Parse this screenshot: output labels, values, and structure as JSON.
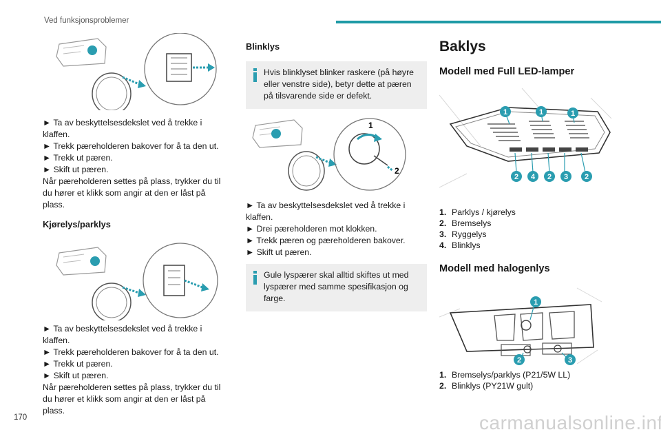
{
  "header": {
    "section_title": "Ved funksjonsproblemer"
  },
  "footer": {
    "page_number": "170",
    "watermark": "carmanualsonline.info"
  },
  "col1": {
    "steps_a": [
      "Ta av beskyttelsesdekslet ved å trekke i klaffen.",
      "Trekk pæreholderen bakover for å ta den ut.",
      "Trekk ut pæren.",
      "Skift ut pæren."
    ],
    "para_a": "Når pæreholderen settes på plass, trykker du til du hører et klikk som angir at den er låst på plass.",
    "subheading": "Kjørelys/parklys",
    "steps_b": [
      "Ta av beskyttelsesdekslet ved å trekke i klaffen.",
      "Trekk pæreholderen bakover for å ta den ut.",
      "Trekk ut pæren.",
      "Skift ut pæren."
    ],
    "para_b": "Når pæreholderen settes på plass, trykker du til du hører et klikk som angir at den er låst på plass."
  },
  "col2": {
    "subheading": "Blinklys",
    "note_a": "Hvis blinklyset blinker raskere (på høyre eller venstre side), betyr dette at pæren på tilsvarende side er defekt.",
    "figure_labels": [
      "1",
      "2"
    ],
    "steps": [
      "Ta av beskyttelsesdekslet ved å trekke i klaffen.",
      "Drei pæreholderen mot klokken.",
      "Trekk pæren og pæreholderen bakover.",
      "Skift ut pæren."
    ],
    "note_b": "Gule lyspærer skal alltid skiftes ut med lyspærer med samme spesifikasjon og farge."
  },
  "col3": {
    "heading": "Baklys",
    "sub1": "Modell med Full LED-lamper",
    "led_badges_top": [
      "1",
      "1",
      "1"
    ],
    "led_badges_bottom": [
      "2",
      "4",
      "2",
      "3",
      "2"
    ],
    "legend1": [
      {
        "num": "1.",
        "text": "Parklys / kjørelys"
      },
      {
        "num": "2.",
        "text": "Bremselys"
      },
      {
        "num": "3.",
        "text": "Ryggelys"
      },
      {
        "num": "4.",
        "text": "Blinklys"
      }
    ],
    "sub2": "Modell med halogenlys",
    "halogen_badges": [
      "1",
      "2",
      "3"
    ],
    "legend2": [
      {
        "num": "1.",
        "text": "Bremselys/parklys (P21/5W LL)"
      },
      {
        "num": "2.",
        "text": "Blinklys (PY21W gult)"
      }
    ]
  },
  "colors": {
    "accent": "#1e9aa6",
    "badge": "#2a9db0",
    "note_bg": "#eeeeee"
  }
}
